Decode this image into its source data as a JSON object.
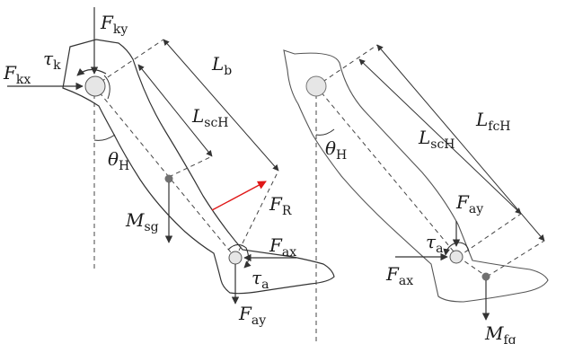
{
  "left": {
    "F_ky": {
      "main": "F",
      "sub": "ky"
    },
    "F_kx": {
      "main": "F",
      "sub": "kx"
    },
    "tau_k": {
      "main": "τ",
      "sub": "k"
    },
    "L_b": {
      "main": "L",
      "sub": "b"
    },
    "L_scH": {
      "main": "L",
      "sub": "scH"
    },
    "theta_H": {
      "main": "θ",
      "sub": "H"
    },
    "F_R": {
      "main": "F",
      "sub": "R"
    },
    "M_sg": {
      "main": "M",
      "sub": "sg"
    },
    "F_ax": {
      "main": "F",
      "sub": "ax"
    },
    "tau_a": {
      "main": "τ",
      "sub": "a"
    },
    "F_ay": {
      "main": "F",
      "sub": "ay"
    }
  },
  "right": {
    "L_fcH": {
      "main": "L",
      "sub": "fcH"
    },
    "L_scH": {
      "main": "L",
      "sub": "scH"
    },
    "theta_H": {
      "main": "θ",
      "sub": "H"
    },
    "F_ay": {
      "main": "F",
      "sub": "ay"
    },
    "tau_a": {
      "main": "τ",
      "sub": "a"
    },
    "F_ax": {
      "main": "F",
      "sub": "ax"
    },
    "M_fg": {
      "main": "M",
      "sub": "fg"
    }
  },
  "colors": {
    "outline": "#333333",
    "dashed": "#444444",
    "joint_fill": "#e6e6e6",
    "com_fill": "#707070",
    "reaction_arrow": "#e01818"
  }
}
